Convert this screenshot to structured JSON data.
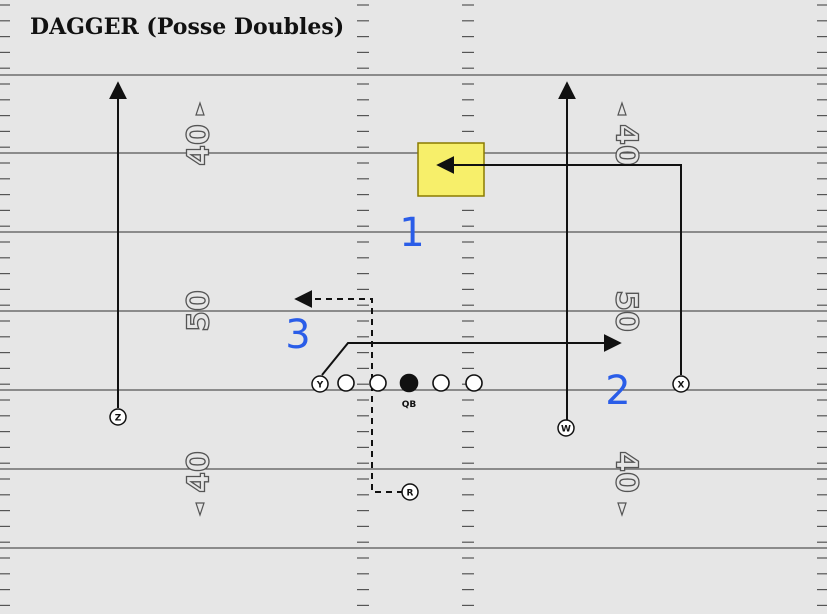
{
  "play": {
    "title": "DAGGER (Posse Doubles)"
  },
  "colors": {
    "field": "#e6e6e6",
    "lines": "#555555",
    "routes": "#111111",
    "zone_fill": "#f7ef6a",
    "zone_border": "#8a7a00",
    "annotation": "#2a5de8"
  },
  "players": {
    "y": "Y",
    "x": "X",
    "z": "Z",
    "w": "W",
    "r": "R",
    "qb": "QB"
  },
  "annotations": {
    "read1": "1",
    "read2": "2",
    "read3": "3"
  },
  "yard_numbers": {
    "left_top": "40",
    "left_mid": "50",
    "left_bottom": "40",
    "right_top": "40",
    "right_mid": "50",
    "right_bottom": "40"
  }
}
